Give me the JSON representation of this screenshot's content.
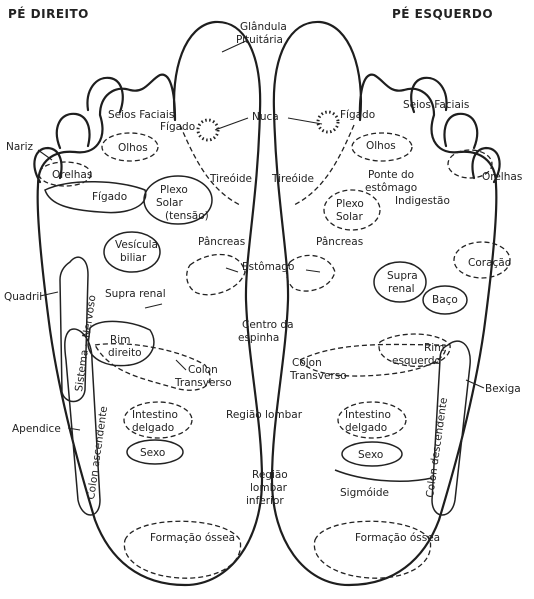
{
  "titles": {
    "right_foot": "PÉ DIREITO",
    "left_foot": "PÉ ESQUERDO"
  },
  "labels": {
    "glandula": "Glândula",
    "pituitaria": "Pituitária",
    "nuca": "Nuca",
    "seios_faciais_r": "Seios Faciais",
    "seios_faciais_l": "Seios Faciais",
    "figado_small_r": "Fígado",
    "figado_small_l": "Fígado",
    "nariz": "Nariz",
    "olhos_r": "Olhos",
    "olhos_l": "Olhos",
    "orelhas_r": "Orelhas",
    "orelhas_l": "Orelhas",
    "figado_r": "Fígado",
    "plexo_r": "Plexo",
    "solar_r": "Solar",
    "tensao_r": "(tensão)",
    "tireoide_r": "Tireóide",
    "tireoide_l": "Tireóide",
    "ponte_do": "Ponte do",
    "estomago_small": "estômago",
    "indigestao": "Indigestão",
    "plexo_l": "Plexo",
    "solar_l": "Solar",
    "vesicula": "Vesícula",
    "biliar": "biliar",
    "pancreas_r": "Pâncreas",
    "pancreas_l": "Pâncreas",
    "estomago": "Estômago",
    "supra_r": "Supra renal",
    "supra_l": "Supra",
    "renal_l": "renal",
    "coracao": "Coração",
    "baco": "Baço",
    "quadril": "Quadril",
    "sistema_nervoso": "Sistema – Nervoso",
    "rim_r": "Rim",
    "direito": "direito",
    "centro_da": "Centro da",
    "espinha": "espinha",
    "rim_l": "Rim",
    "esquerdo": "esquerdo",
    "colon_r": "Colon",
    "transverso_r": "Transverso",
    "colon_l": "Colon",
    "transverso_l": "Transverso",
    "bexiga": "Bexiga",
    "apendice": "Apendice",
    "colon_ascendente": "Colon ascendente",
    "colon_descendente": "Colon descendente",
    "intestino_r": "Intestino",
    "delgado_r": "delgado",
    "intestino_l": "Intestino",
    "delgado_l": "delgado",
    "regiao_lombar": "Região lombar",
    "regiao": "Região",
    "lombar": "lombar",
    "inferior": "inferior",
    "sexo_r": "Sexo",
    "sexo_l": "Sexo",
    "sigmoide": "Sigmóide",
    "formacao_r": "Formação óssea",
    "formacao_l": "Formação óssea"
  }
}
